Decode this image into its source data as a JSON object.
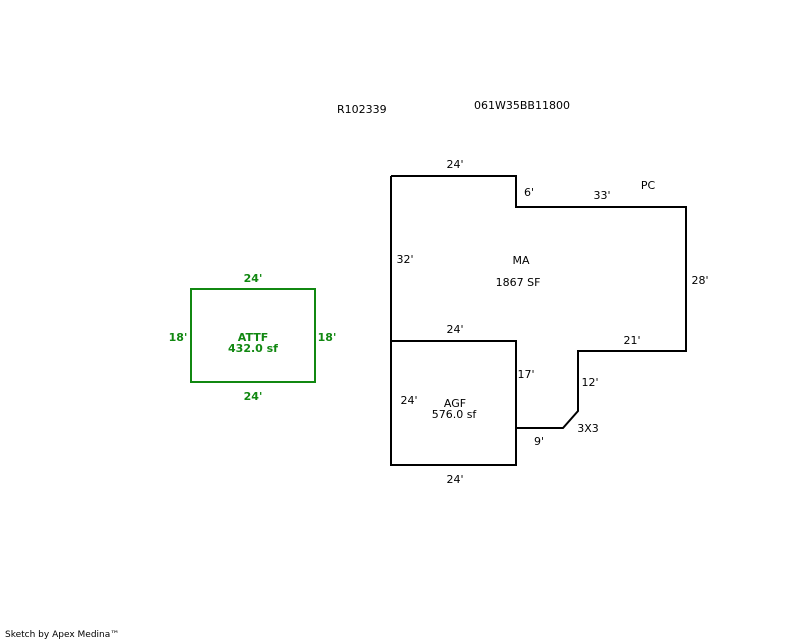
{
  "header": {
    "parcel_id": "R102339",
    "map_number": "061W35BB11800"
  },
  "colors": {
    "attf": "#118811",
    "lines": "#000000"
  },
  "attf": {
    "label": "ATTF",
    "area": "432.0 sf",
    "top": "24'",
    "bottom": "24'",
    "left": "18'",
    "right": "18'"
  },
  "ma": {
    "label": "MA",
    "area": "1867 SF",
    "top": "24'",
    "notch": "6'",
    "upper_right": "33'",
    "left": "32'",
    "right": "28'",
    "inner": "21'",
    "step": "12'",
    "corner": "3X3",
    "bottom_run": "9'",
    "agf_side": "17'",
    "pc_label": "PC"
  },
  "agf": {
    "label": "AGF",
    "area": "576.0 sf",
    "top": "24'",
    "left": "24'",
    "bottom": "24'"
  },
  "footer": {
    "credit": "Sketch by Apex Medina™"
  }
}
